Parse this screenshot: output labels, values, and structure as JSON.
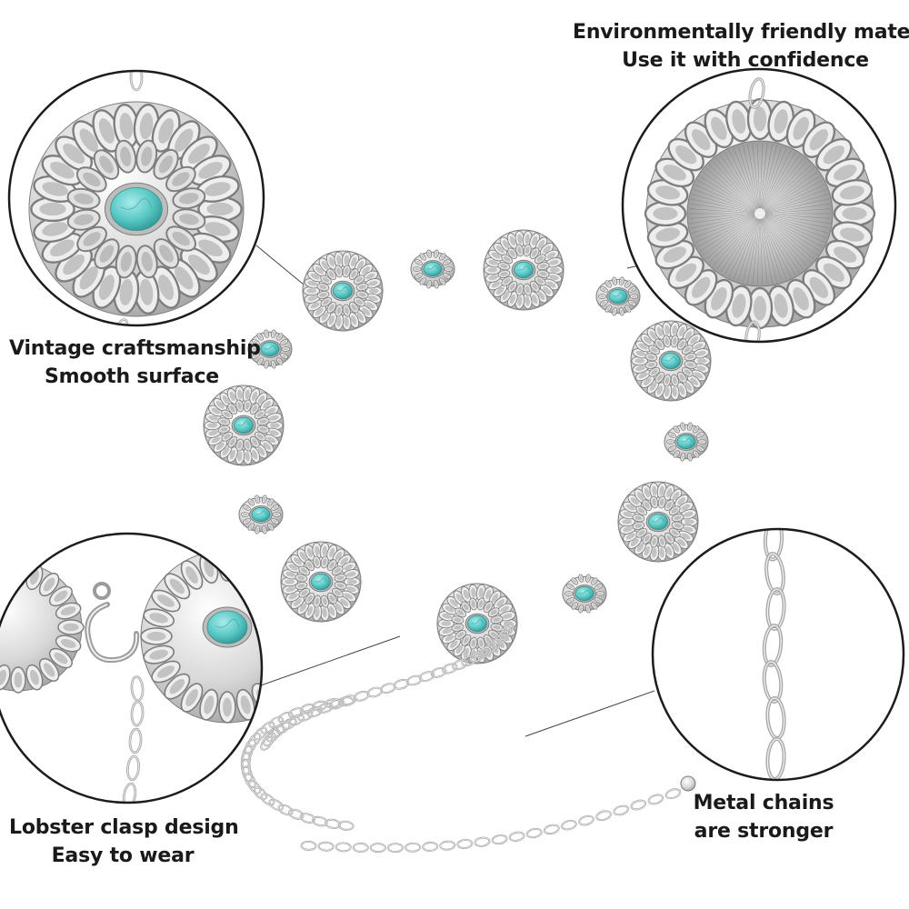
{
  "captions": {
    "top_left": {
      "line1": "Vintage craftsmanship",
      "line2": "Smooth surface"
    },
    "top_right": {
      "line1": "Environmentally friendly material",
      "line2": "Use it with confidence"
    },
    "bottom_left": {
      "line1": "Lobster clasp design",
      "line2": "Easy to wear"
    },
    "bottom_right": {
      "line1": "Metal chains",
      "line2": "are stronger"
    }
  },
  "colors": {
    "background": "#ffffff",
    "silver_light": "#eeeeee",
    "silver_mid": "#c9c9c9",
    "silver_dark": "#7d7d7d",
    "turquoise": "#57c7c4",
    "turquoise_vein": "#3a8f8d",
    "callout_outline": "#1c1c1c",
    "leader_line": "#444444"
  },
  "icons": {
    "concho_large": "concho-large-icon",
    "concho_small": "concho-small-icon",
    "lobster_clasp": "lobster-clasp-icon",
    "chain_link": "chain-link-icon"
  }
}
